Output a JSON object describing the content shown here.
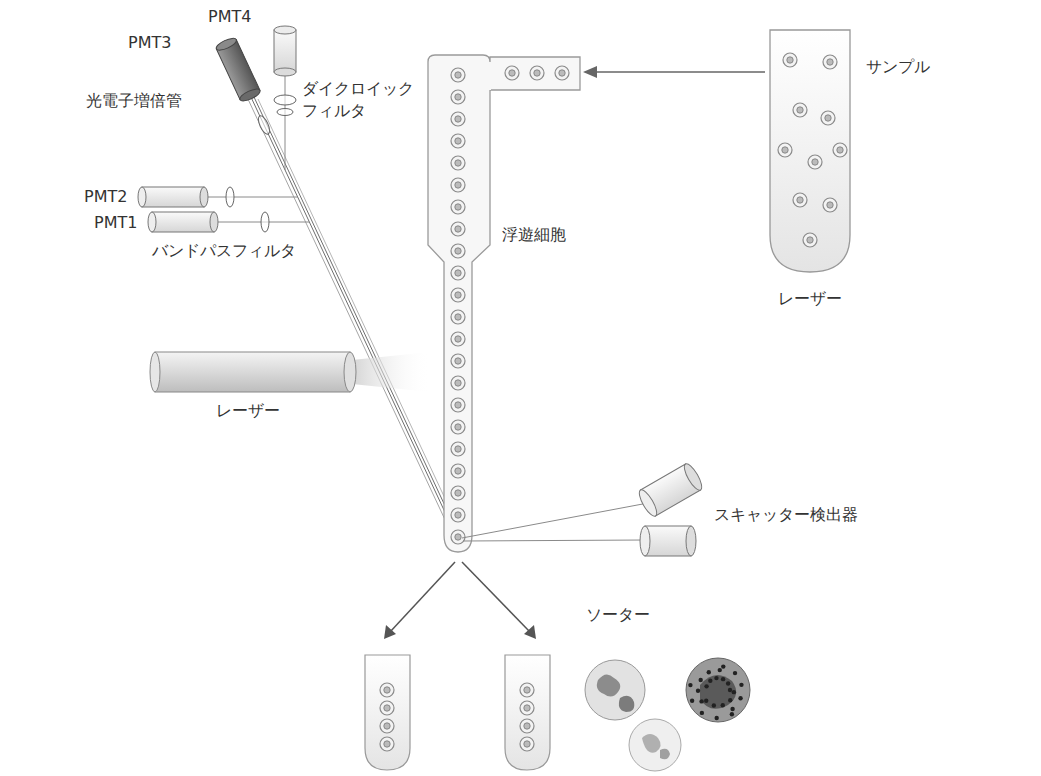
{
  "diagram": {
    "labels": [
      "PMT4",
      "PMT3",
      "サンプル",
      "光電子増倍管",
      "ダイクロイック フィルタ",
      "レーザー",
      "PMT2",
      "PMT1",
      "浮遊細胞",
      "バンドパスフィルタ",
      "スキャッター検出器",
      "レーザー",
      "ソーター"
    ]
  }
}
